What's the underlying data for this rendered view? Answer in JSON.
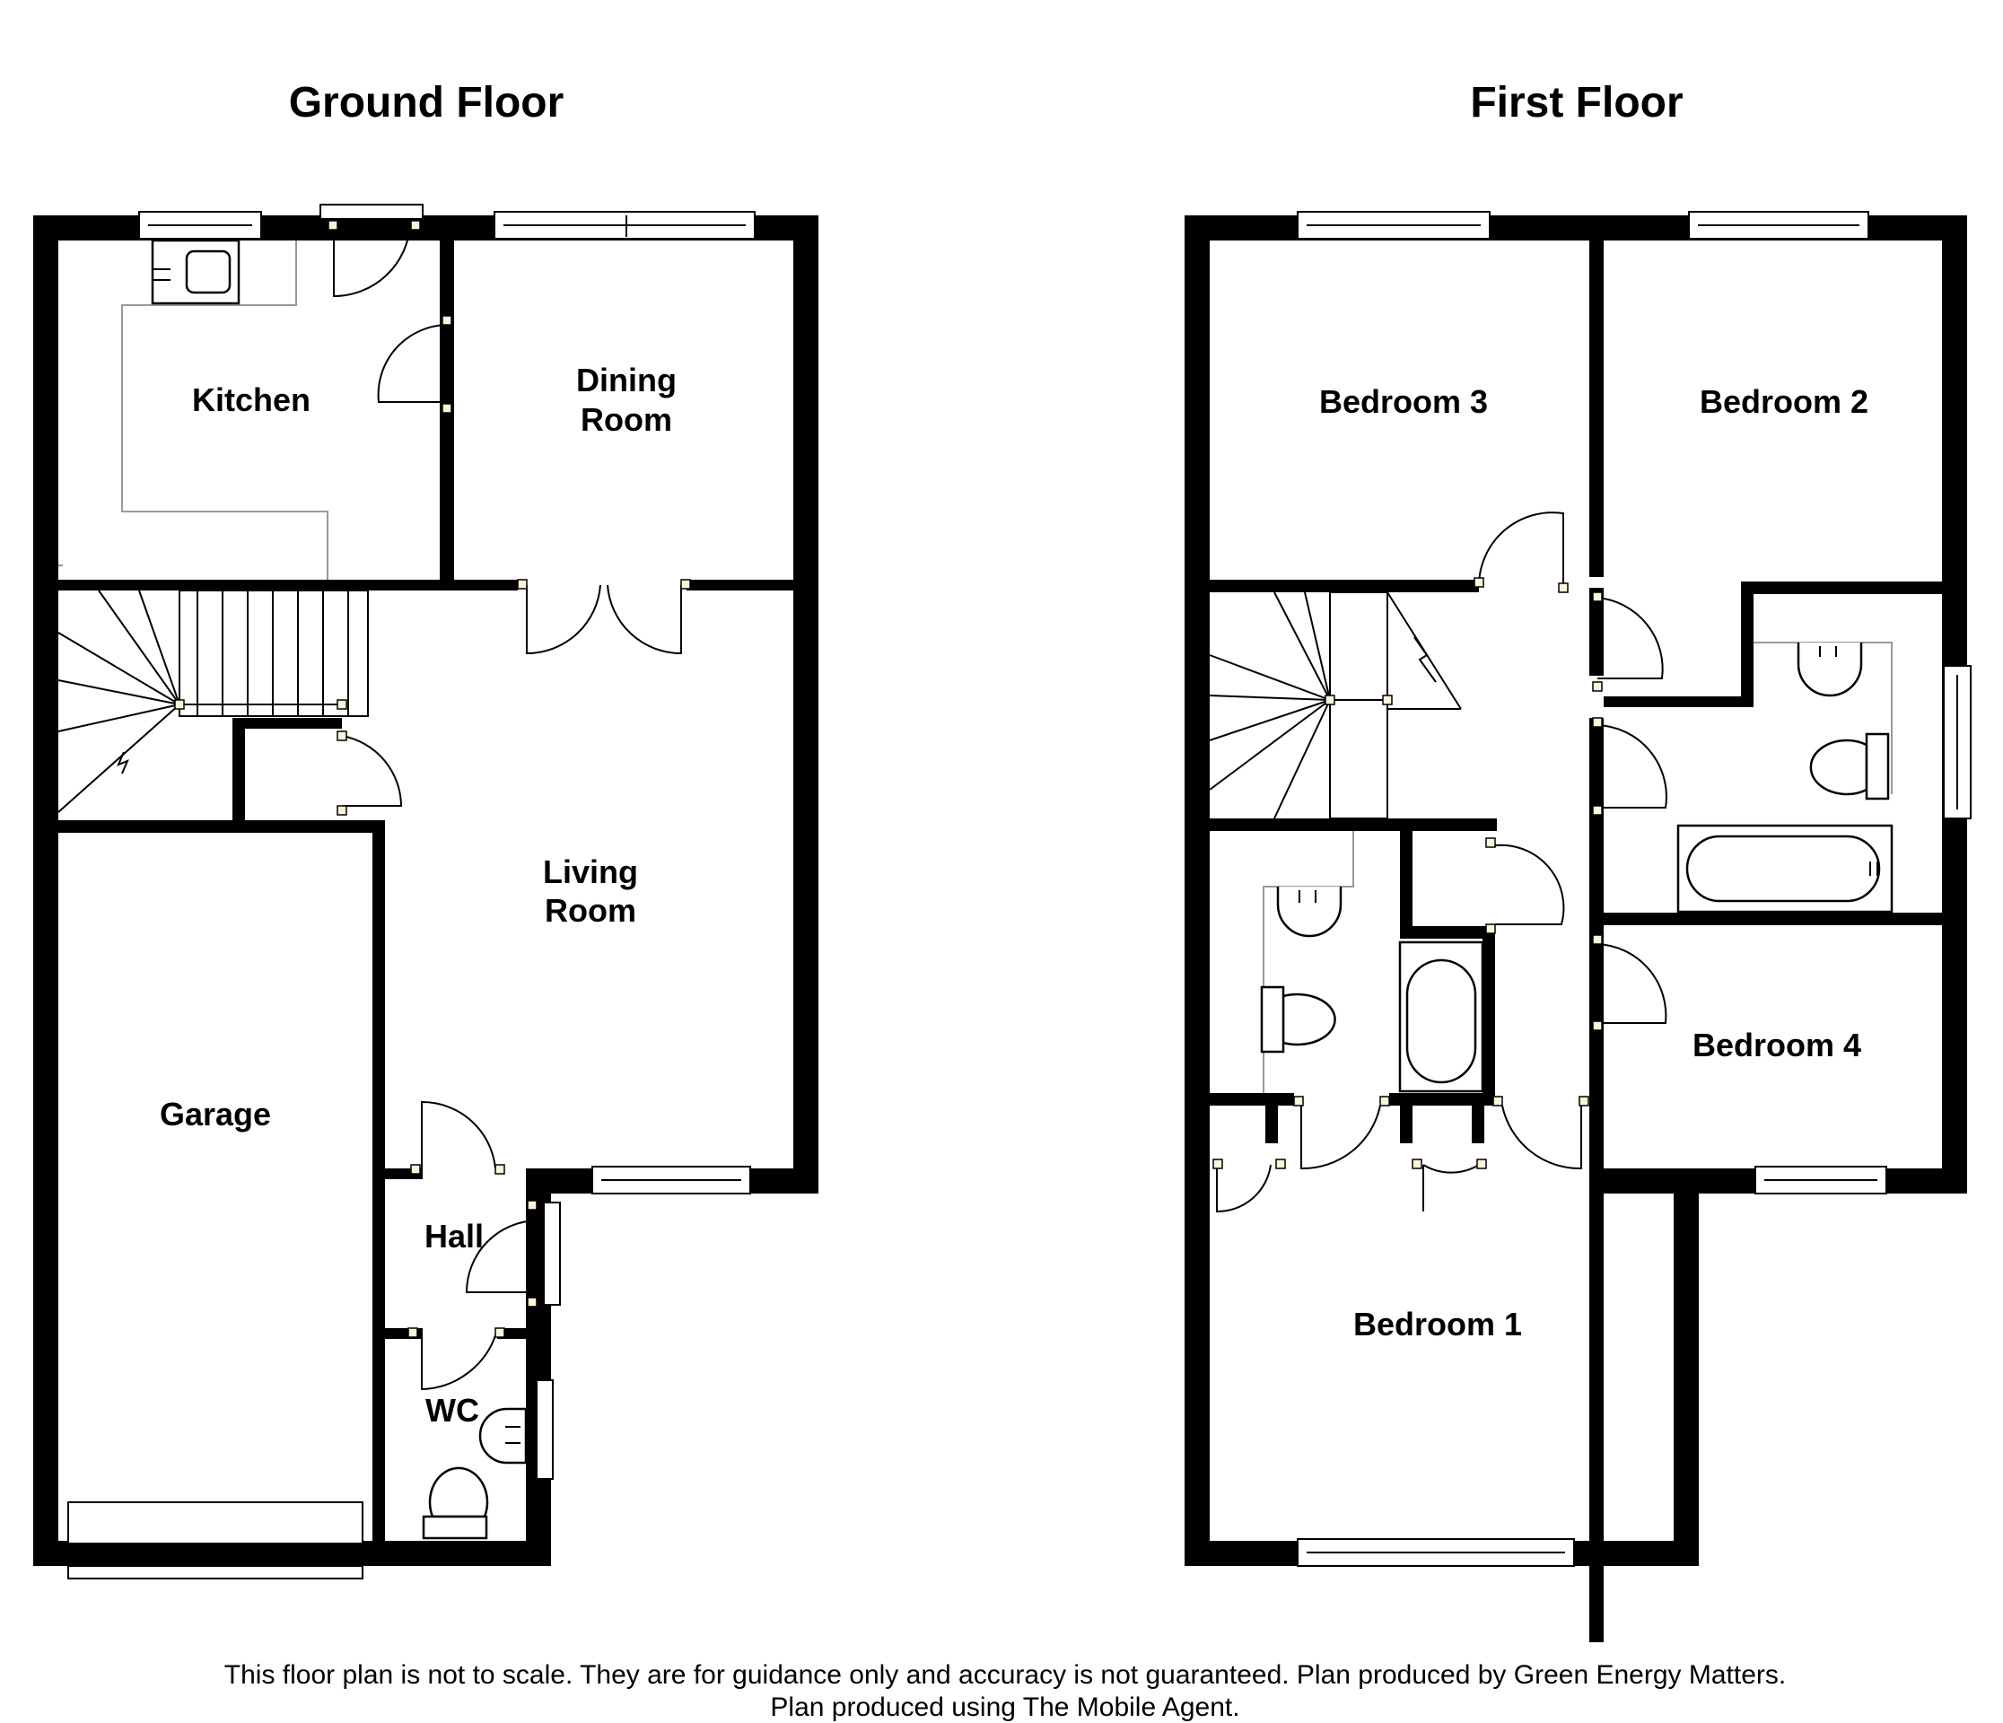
{
  "floors": {
    "ground": {
      "title": "Ground Floor",
      "rooms": {
        "kitchen": "Kitchen",
        "dining_line1": "Dining",
        "dining_line2": "Room",
        "living_line1": "Living",
        "living_line2": "Room",
        "garage": "Garage",
        "hall": "Hall",
        "wc": "WC"
      }
    },
    "first": {
      "title": "First Floor",
      "rooms": {
        "bedroom3": "Bedroom 3",
        "bedroom2": "Bedroom 2",
        "bedroom4": "Bedroom 4",
        "bedroom1": "Bedroom 1"
      }
    }
  },
  "disclaimer": {
    "line1": "This floor plan is not to scale. They are for guidance only and accuracy is not guaranteed. Plan produced by Green Energy Matters.",
    "line2": "Plan produced using The Mobile Agent."
  },
  "colors": {
    "wall": "#000000",
    "fixture_line": "#999999",
    "background": "#ffffff"
  }
}
